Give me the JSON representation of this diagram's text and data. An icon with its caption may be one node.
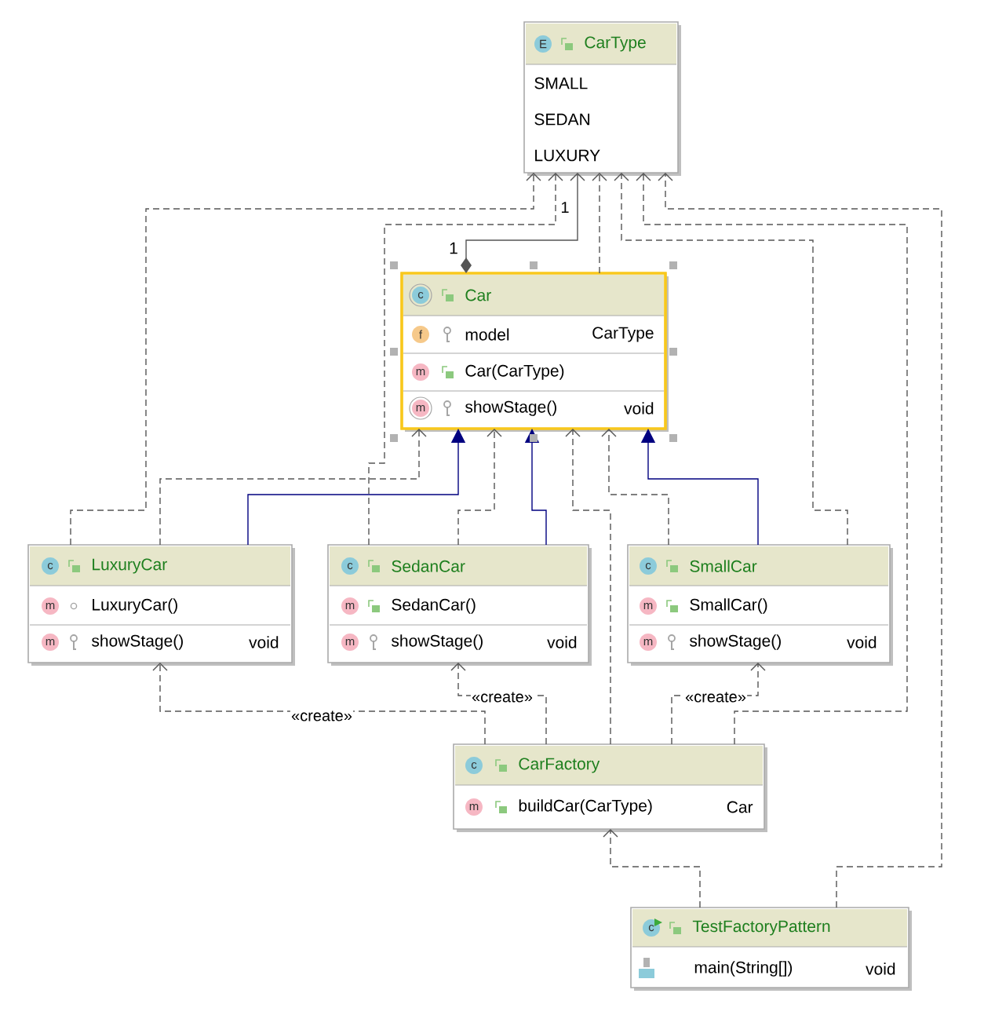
{
  "diagram": {
    "nodes": [
      {
        "text": [
          "E",
          "CarType",
          "SMALL",
          "SEDAN",
          "LUXURY"
        ]
      },
      {
        "text": [
          "c",
          "Car",
          "f",
          "model",
          "CarType",
          "m",
          "Car(CarType)",
          "m",
          "showStage()",
          "void"
        ]
      },
      {
        "text": [
          "c",
          "LuxuryCar",
          "m",
          "LuxuryCar()",
          "m",
          "showStage()",
          "void"
        ]
      },
      {
        "text": [
          "c",
          "SedanCar",
          "m",
          "SedanCar()",
          "m",
          "showStage()",
          "void"
        ]
      },
      {
        "text": [
          "c",
          "SmallCar",
          "m",
          "SmallCar()",
          "m",
          "showStage()",
          "void"
        ]
      },
      {
        "text": [
          "c",
          "CarFactory",
          "m",
          "buildCar(CarType)",
          "Car"
        ]
      },
      {
        "text": [
          "c",
          "TestFactoryPattern",
          "main(String[])",
          "void"
        ]
      }
    ],
    "edges": [
      {
        "from": 2,
        "to": 0,
        "arrow": "to",
        "style": "dashed"
      },
      {
        "from": 3,
        "to": 0,
        "arrow": "to",
        "style": "dashed"
      },
      {
        "from": 1,
        "to": 0,
        "arrow": "to",
        "label": "1"
      },
      {
        "from": 1,
        "to": 0,
        "arrow": "to",
        "style": "dashed"
      },
      {
        "from": 4,
        "to": 0,
        "arrow": "to",
        "style": "dashed"
      },
      {
        "from": 5,
        "to": 0,
        "arrow": "to",
        "style": "dashed"
      },
      {
        "from": 6,
        "to": 0,
        "arrow": "to",
        "style": "dashed"
      },
      {
        "from": 2,
        "to": 1,
        "arrow": "to",
        "style": "dashed"
      },
      {
        "from": 2,
        "to": 1,
        "arrow": "to",
        "color": "#000080"
      },
      {
        "from": 3,
        "to": 1,
        "arrow": "to",
        "style": "dashed"
      },
      {
        "from": 3,
        "to": 1,
        "arrow": "to",
        "color": "#000080"
      },
      {
        "from": 5,
        "to": 1,
        "arrow": "to",
        "style": "dashed"
      },
      {
        "from": 4,
        "to": 1,
        "arrow": "to",
        "style": "dashed"
      },
      {
        "from": 4,
        "to": 1,
        "arrow": "to",
        "color": "#000080"
      },
      {
        "from": 5,
        "to": 2,
        "arrow": "to",
        "style": "dashed",
        "label": "«create»"
      },
      {
        "from": 5,
        "to": 3,
        "arrow": "to",
        "style": "dashed",
        "label": "«create»"
      },
      {
        "from": 5,
        "to": 4,
        "arrow": "to",
        "style": "dashed",
        "label": "«create»"
      },
      {
        "from": 6,
        "to": 5,
        "arrow": "to",
        "style": "dashed"
      }
    ],
    "labels": [
      "1"
    ]
  }
}
